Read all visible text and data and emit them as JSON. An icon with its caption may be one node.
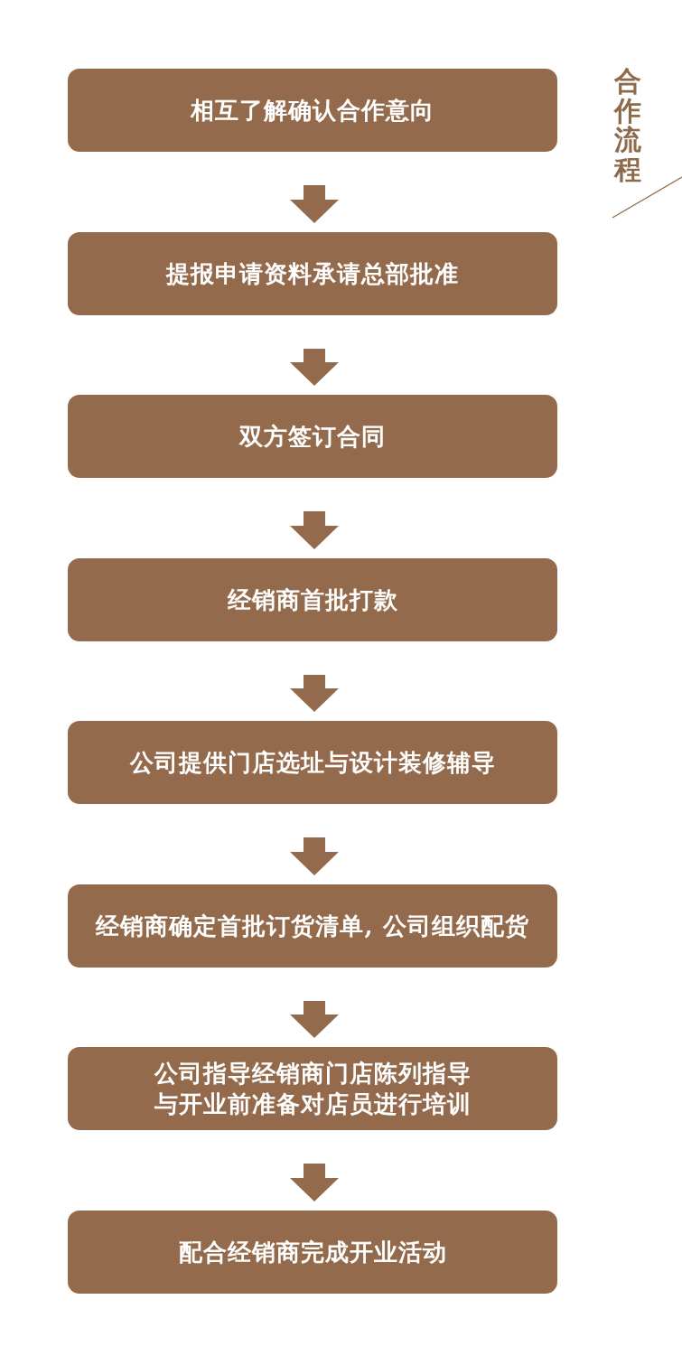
{
  "diagram": {
    "title": "合作流程",
    "nodes": [
      {
        "text": [
          "相互了解确认合作意向"
        ]
      },
      {
        "text": [
          "提报申请资料承请总部批准"
        ]
      },
      {
        "text": [
          "双方签订合同"
        ]
      },
      {
        "text": [
          "经销商首批打款"
        ]
      },
      {
        "text": [
          "公司提供门店选址与设计装修辅导"
        ]
      },
      {
        "text": [
          "经销商确定首批订货清单, 公司组织配货"
        ]
      },
      {
        "text": [
          "公司指导经销商门店陈列指导与开业前准备对店员进行培训"
        ]
      },
      {
        "text": [
          "配合经销商完成开业活动"
        ]
      }
    ],
    "edges": [
      {
        "from": 0,
        "to": 1,
        "arrow": "to"
      },
      {
        "from": 1,
        "to": 2,
        "arrow": "to"
      },
      {
        "from": 2,
        "to": 3,
        "arrow": "to"
      },
      {
        "from": 3,
        "to": 4,
        "arrow": "to"
      },
      {
        "from": 4,
        "to": 5,
        "arrow": "to"
      },
      {
        "from": 5,
        "to": 6,
        "arrow": "to"
      },
      {
        "from": 6,
        "to": 7,
        "arrow": "to"
      }
    ]
  }
}
